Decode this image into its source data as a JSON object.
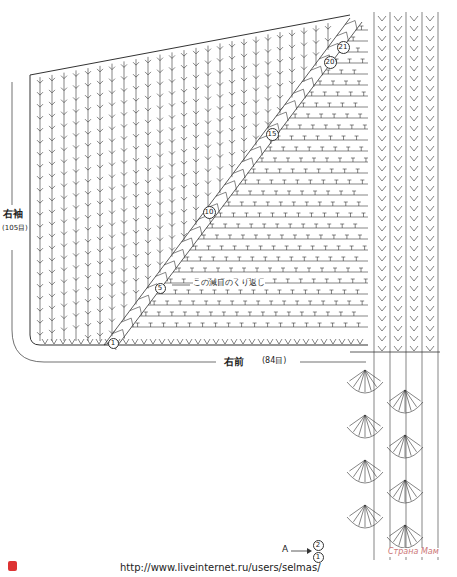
{
  "diagram": {
    "nodes": [
      {
        "text": [
          "21"
        ]
      },
      {
        "text": [
          "20"
        ]
      },
      {
        "text": [
          "15"
        ]
      },
      {
        "text": [
          "10"
        ]
      },
      {
        "text": [
          "5"
        ]
      },
      {
        "text": [
          "1"
        ]
      },
      {
        "text": [
          "2"
        ]
      },
      {
        "text": [
          "1"
        ]
      }
    ],
    "labels": [
      "右袖",
      "(105目)",
      "この減目のくり返し",
      "右前",
      "(84目)",
      "A",
      "Страна Мам",
      "http://www.liveinternet.ru/users/selmas/"
    ]
  }
}
